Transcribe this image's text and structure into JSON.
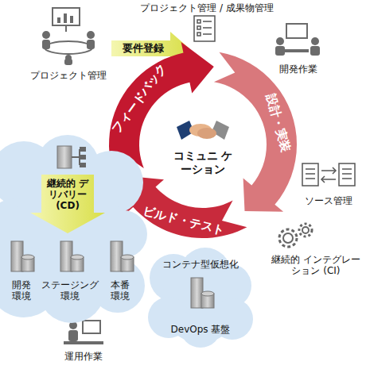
{
  "diagram": {
    "nodes": [
      {
        "text": [
          "フィードバック"
        ]
      },
      {
        "text": [
          "設計・実装"
        ]
      },
      {
        "text": [
          "ビルド・テスト"
        ]
      },
      {
        "text": [
          "継続的 デリバリー (CD)",
          "開発 環境",
          "ステージング 環境",
          "本番 環境"
        ]
      },
      {
        "text": [
          "コンテナ型仮想化",
          "DevOps 基盤"
        ]
      }
    ],
    "labels": [
      "プロジェクト管理 / 成果物管理",
      "要件登録",
      "プロジェクト管理",
      "開発作業",
      "コミュニ ケーション",
      "ソース管理",
      "継続的 インテグレーション (CI)",
      "運用作業"
    ]
  }
}
